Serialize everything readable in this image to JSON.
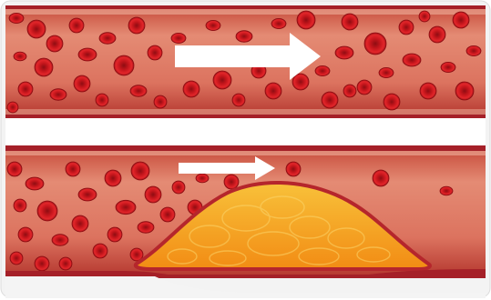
{
  "illustration": {
    "top_vessel": {
      "state": "healthy",
      "flow": "fast"
    },
    "bottom_vessel": {
      "state": "narrowed-by-plaque",
      "flow": "slow"
    }
  },
  "colors": {
    "frame": "#e9e9e9",
    "vessel_wall": "#b5262c",
    "vessel_lumen": "#d4604f",
    "vessel_inner": "#e5866f",
    "blood_cell": "#d81d22",
    "blood_cell_center": "#a9141a",
    "plaque": "#f39b1c",
    "plaque_light": "#f8be3b",
    "flow_arrow": "#ffffff",
    "tissue": "#f6f6f6"
  }
}
